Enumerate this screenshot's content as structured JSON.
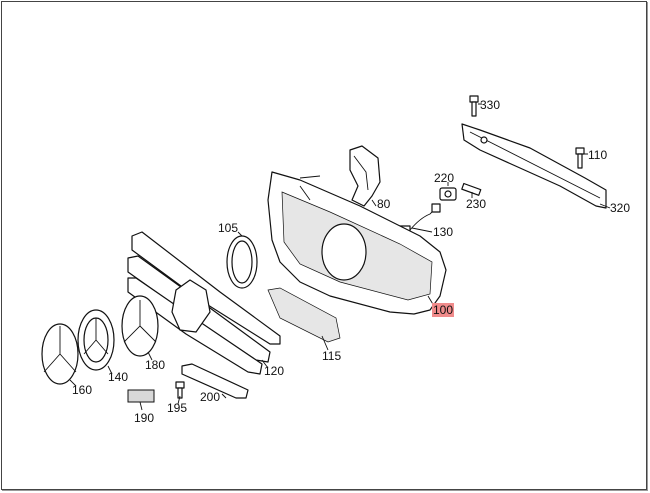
{
  "diagram": {
    "highlight_color": "#f08b8b",
    "parts": [
      {
        "id": "p330",
        "label": "330",
        "highlighted": false
      },
      {
        "id": "p110",
        "label": "110",
        "highlighted": false
      },
      {
        "id": "p320",
        "label": "320",
        "highlighted": false
      },
      {
        "id": "p220",
        "label": "220",
        "highlighted": false
      },
      {
        "id": "p230",
        "label": "230",
        "highlighted": false
      },
      {
        "id": "p80",
        "label": "80",
        "highlighted": false
      },
      {
        "id": "p130",
        "label": "130",
        "highlighted": false
      },
      {
        "id": "p105",
        "label": "105",
        "highlighted": false
      },
      {
        "id": "p100",
        "label": "100",
        "highlighted": true
      },
      {
        "id": "p115",
        "label": "115",
        "highlighted": false
      },
      {
        "id": "p120",
        "label": "120",
        "highlighted": false
      },
      {
        "id": "p180",
        "label": "180",
        "highlighted": false
      },
      {
        "id": "p140",
        "label": "140",
        "highlighted": false
      },
      {
        "id": "p160",
        "label": "160",
        "highlighted": false
      },
      {
        "id": "p200",
        "label": "200",
        "highlighted": false
      },
      {
        "id": "p195",
        "label": "195",
        "highlighted": false
      },
      {
        "id": "p190",
        "label": "190",
        "highlighted": false
      }
    ]
  }
}
